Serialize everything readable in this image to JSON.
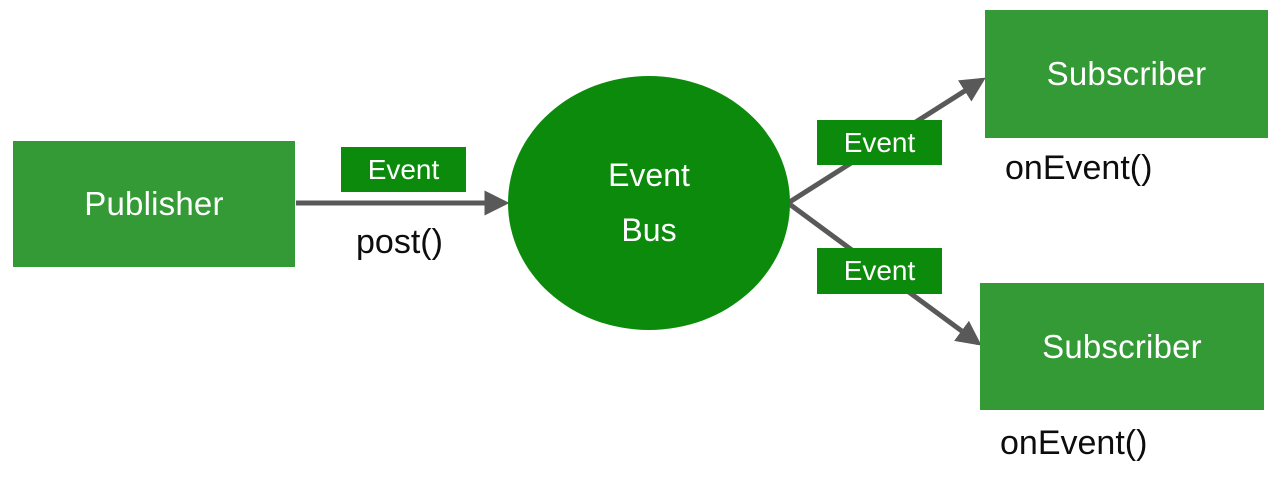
{
  "diagram": {
    "title": "Event Bus publish-subscribe diagram",
    "colors": {
      "node_green": "#349A36",
      "accent_green": "#0C8A0C",
      "edge_gray": "#595959",
      "caption_text": "#0d0d0d",
      "node_text": "#ffffff",
      "background": "#ffffff"
    },
    "nodes": {
      "publisher": {
        "label": "Publisher",
        "shape": "rectangle"
      },
      "event_bus": {
        "line1": "Event",
        "line2": "Bus",
        "shape": "circle"
      },
      "subscriber_top": {
        "label": "Subscriber",
        "shape": "rectangle"
      },
      "subscriber_bottom": {
        "label": "Subscriber",
        "shape": "rectangle"
      }
    },
    "edge_tags": {
      "publish": "Event",
      "deliver_top": "Event",
      "deliver_bottom": "Event"
    },
    "captions": {
      "post": "post()",
      "on_event_top": "onEvent()",
      "on_event_bottom": "onEvent()"
    }
  }
}
